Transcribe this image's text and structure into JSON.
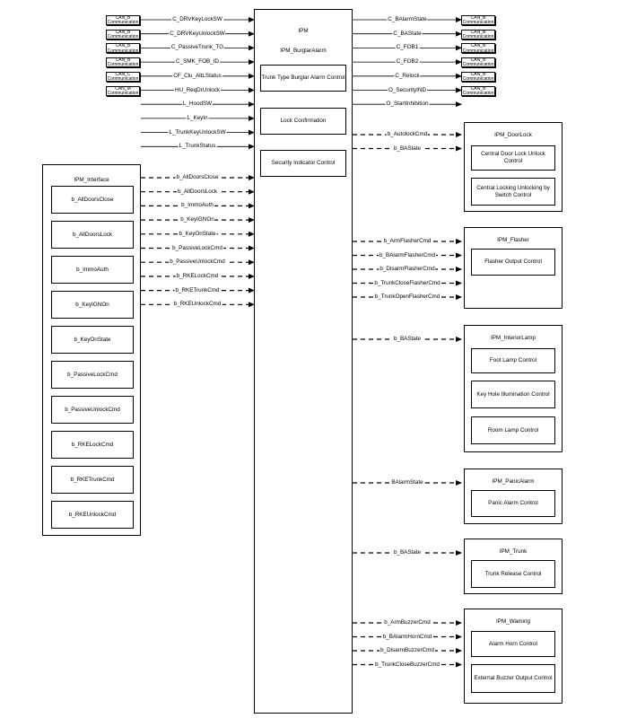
{
  "ipm": {
    "title": "IPM",
    "subtitle": "IPM_BurglarAlarm",
    "blocks": [
      "Trunk Type Burglar Alarm Control",
      "Lock Confirmation",
      "Security Indicator Control"
    ]
  },
  "left_inputs": [
    {
      "can": "CAN_B\nCommunication",
      "signal": "C_DRVKeyLockSW"
    },
    {
      "can": "CAN_B\nCommunication",
      "signal": "C_DRVKeyUnlockSW"
    },
    {
      "can": "CAN_B\nCommunication",
      "signal": "C_PassiveTrunk_TG"
    },
    {
      "can": "CAN_B\nCommunication",
      "signal": "C_SMK_FOB_ID"
    },
    {
      "can": "CAN_C\nCommunication",
      "signal": "CF_Clu_AltLStatus"
    },
    {
      "can": "CAN_M\nCommunication",
      "signal": "HU_ReqDrUnlock"
    },
    {
      "can": "",
      "signal": "L_HoodSW"
    },
    {
      "can": "",
      "signal": "L_KeyIn"
    },
    {
      "can": "",
      "signal": "L_TrunkKeyUnlockSW"
    },
    {
      "can": "",
      "signal": "L_TrunkStatus"
    }
  ],
  "right_outputs": [
    {
      "signal": "C_BAlarmState",
      "can": "CAN_B\nCommunication"
    },
    {
      "signal": "C_BAState",
      "can": "CAN_B\nCommunication"
    },
    {
      "signal": "C_FOB1",
      "can": "CAN_B\nCommunication"
    },
    {
      "signal": "C_FOB2",
      "can": "CAN_B\nCommunication"
    },
    {
      "signal": "C_Relock",
      "can": "CAN_B\nCommunication"
    },
    {
      "signal": "O_SecurityIND",
      "can": "CAN_B\nCommunication"
    },
    {
      "signal": "O_StartInhibition",
      "can": ""
    }
  ],
  "ipm_interface": {
    "title": "IPM_Interface",
    "items": [
      "b_AllDoorsClose",
      "b_AllDoorsLock",
      "b_ImmoAuth",
      "b_KeyIGNOn",
      "b_KeyOnState",
      "b_PassiveLockCmd",
      "b_PassiveUnlockCmd",
      "b_RKELockCmd",
      "b_RKETrunkCmd",
      "b_RKEUnlockCmd"
    ],
    "signals": [
      "b_AllDoorsClose",
      "b_AllDoorsLock",
      "b_ImmoAuth",
      "b_KeyIGNOn",
      "b_KeyOnState",
      "b_PassiveLockCmd",
      "b_PassiveUnlockCmd",
      "b_RKELockCmd",
      "b_RKETrunkCmd",
      "b_RKEUnlockCmd"
    ]
  },
  "modules": [
    {
      "title": "IPM_DoorLock",
      "blocks": [
        "Central Door Lock Unlock Control",
        "Central Locking Unlocking by Switch Control"
      ],
      "signals": [
        "b_AutolockCmd",
        "b_BAState"
      ]
    },
    {
      "title": "IPM_Flasher",
      "blocks": [
        "Flasher Output Control"
      ],
      "signals": [
        "b_ArmFlasherCmd",
        "b_BAlarmFlasherCmd",
        "b_DisarmFlasherCmd",
        "b_TrunkCloseFlasherCmd",
        "b_TrunkOpenFlasherCmd"
      ]
    },
    {
      "title": "IPM_InteriorLamp",
      "blocks": [
        "Foot Lamp Control",
        "Key Hole Illumination Control",
        "Room Lamp Control"
      ],
      "signals": [
        "b_BAState"
      ]
    },
    {
      "title": "IPM_PanicAlarm",
      "blocks": [
        "Panic Alarm Control"
      ],
      "signals": [
        "BAlarmState"
      ]
    },
    {
      "title": "IPM_Trunk",
      "blocks": [
        "Trunk Release Control"
      ],
      "signals": [
        "b_BAState"
      ]
    },
    {
      "title": "IPM_Warning",
      "blocks": [
        "Alarm Horn Control",
        "External Buzzer Output Control"
      ],
      "signals": [
        "b_ArmBuzzerCmd",
        "b_BAlarmHornCmd",
        "b_DisarmBuzzerCmd",
        "b_TrunkCloseBuzzerCmd"
      ]
    }
  ]
}
